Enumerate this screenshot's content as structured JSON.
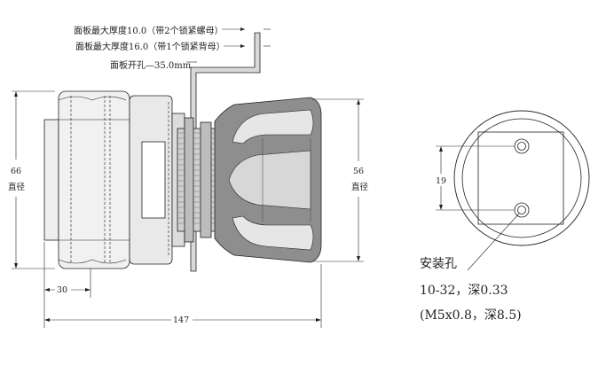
{
  "notes": {
    "panel_max_2nuts": "面板最大厚度10.0（带2个锁紧螺母）",
    "panel_max_1nut": "面板最大厚度16.0（带1个锁紧背母）",
    "panel_hole": "面板开孔—35.0mm"
  },
  "dimensions": {
    "left_diameter_value": "66",
    "left_diameter_label": "直径",
    "right_diameter_value": "56",
    "right_diameter_label": "直径",
    "offset": "30",
    "total_length": "147",
    "hole_spacing": "19"
  },
  "mounting": {
    "title": "安装孔",
    "spec_line1": "10-32，深0.33",
    "spec_line2": "(M5x0.8，深8.5)"
  }
}
